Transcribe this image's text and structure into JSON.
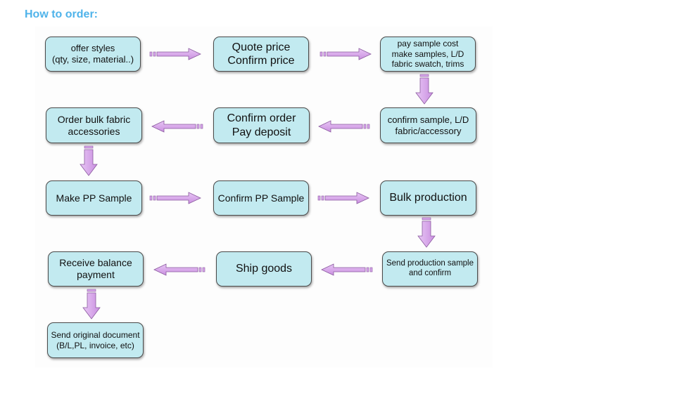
{
  "heading": "How to order:",
  "colors": {
    "heading": "#4fb3ea",
    "box_fill": "#c2eaf0",
    "box_border": "#4a4a4a",
    "arrow_fill": "#d6a5ea",
    "arrow_stroke": "#8a5a9e"
  },
  "steps": [
    {
      "label": "offer styles\n(qty, size, material..)"
    },
    {
      "label": "Quote price\nConfirm price"
    },
    {
      "label": "pay sample cost\nmake samples, L/D\nfabric swatch, trims"
    },
    {
      "label": "confirm sample, L/D\nfabric/accessory"
    },
    {
      "label": "Confirm order\nPay deposit"
    },
    {
      "label": "Order bulk fabric\naccessories"
    },
    {
      "label": "Make PP Sample"
    },
    {
      "label": "Confirm PP Sample"
    },
    {
      "label": "Bulk production"
    },
    {
      "label": "Send production sample\nand confirm"
    },
    {
      "label": "Ship goods"
    },
    {
      "label": "Receive balance\npayment"
    },
    {
      "label": "Send original document\n(B/L,PL, invoice, etc)"
    }
  ]
}
